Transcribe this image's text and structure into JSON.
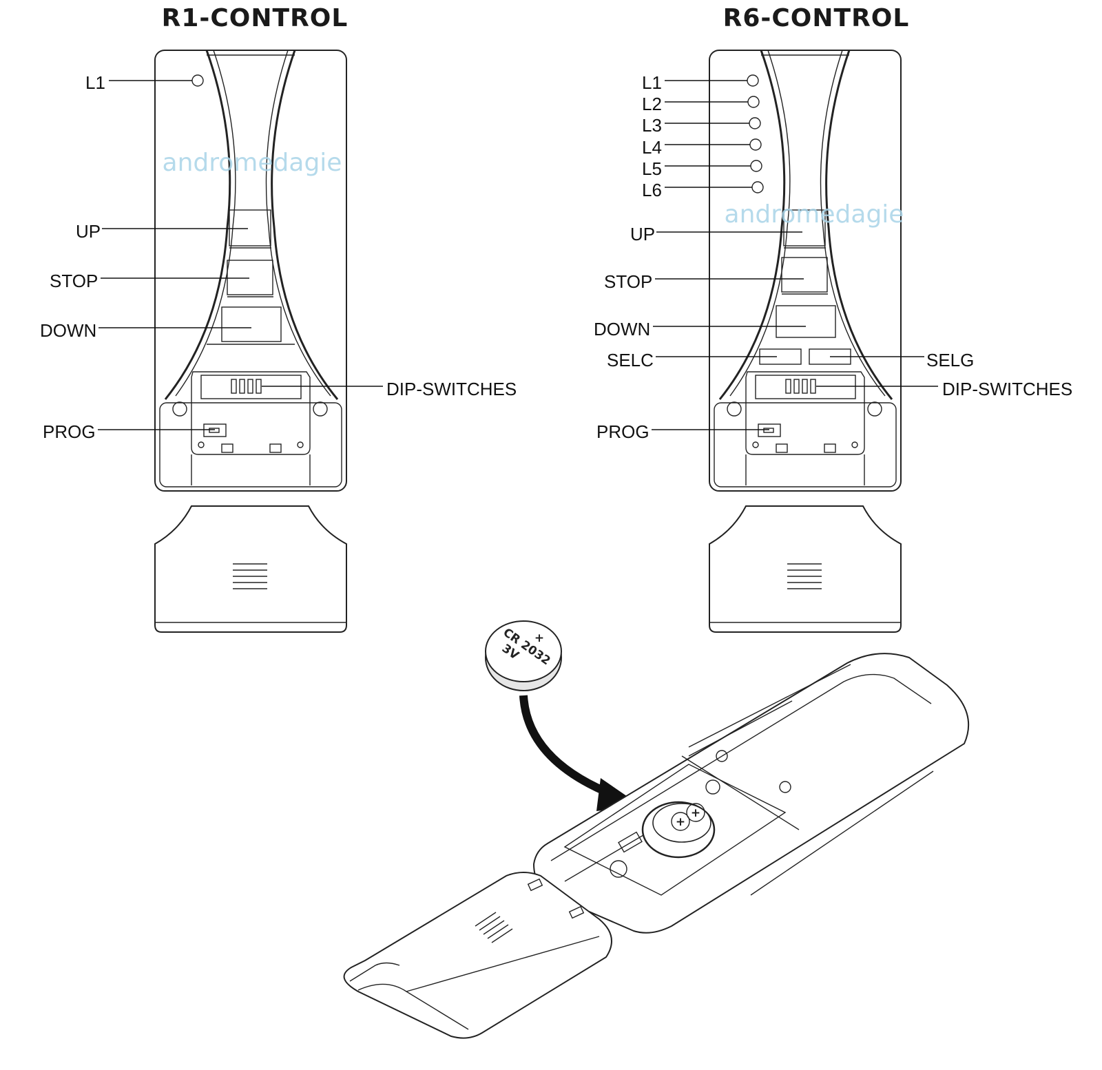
{
  "titles": {
    "left": "R1-CONTROL",
    "right": "R6-CONTROL"
  },
  "r1_labels": {
    "l1": "L1",
    "up": "UP",
    "stop": "STOP",
    "down": "DOWN",
    "dip": "DIP-SWITCHES",
    "prog": "PROG"
  },
  "r6_labels": {
    "leds": [
      "L1",
      "L2",
      "L3",
      "L4",
      "L5",
      "L6"
    ],
    "up": "UP",
    "stop": "STOP",
    "down": "DOWN",
    "selc": "SELC",
    "selg": "SELG",
    "dip": "DIP-SWITCHES",
    "prog": "PROG"
  },
  "battery": {
    "line1": "CR 2032",
    "line2": "3V",
    "plus": "+"
  },
  "watermark": "andromedagie"
}
